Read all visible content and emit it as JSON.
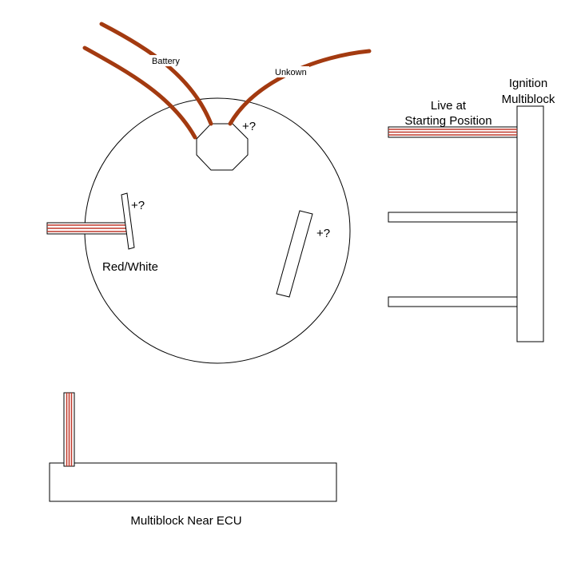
{
  "labels": {
    "battery": "Battery",
    "unknown": "Unkown",
    "plus_top": "+?",
    "plus_left": "+?",
    "plus_right": "+?",
    "red_white": "Red/White",
    "live_line1": "Live at",
    "live_line2": "Starting Position",
    "ignition_line1": "Ignition",
    "ignition_line2": "Multiblock",
    "multiblock_ecu": "Multiblock Near ECU"
  },
  "colors": {
    "wire_brown": "#a33a10",
    "stripe_red": "#c0392b",
    "outline": "#000000"
  }
}
